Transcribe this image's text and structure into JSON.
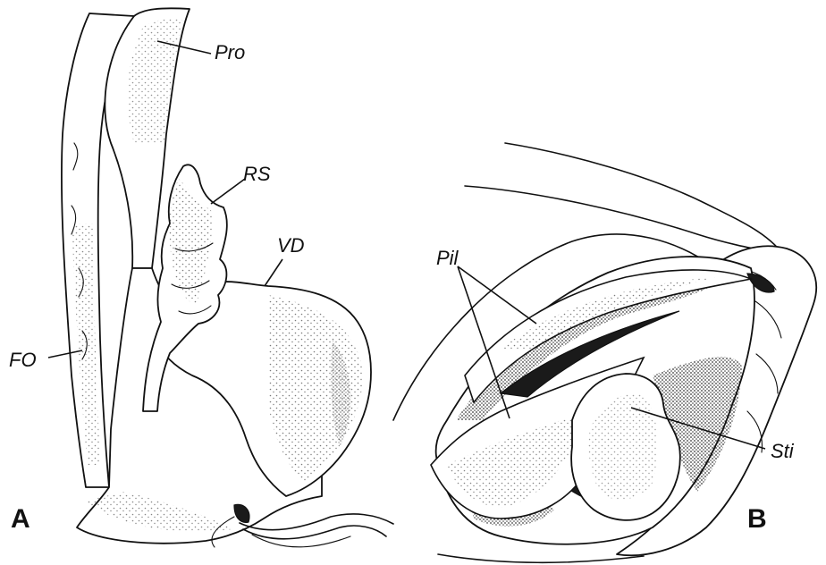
{
  "panels": {
    "a": {
      "panel_label": "A",
      "labels": {
        "pro": "Pro",
        "rs": "RS",
        "vd": "VD",
        "fo": "FO"
      }
    },
    "b": {
      "panel_label": "B",
      "labels": {
        "pil": "Pil",
        "sti": "Sti"
      }
    }
  }
}
